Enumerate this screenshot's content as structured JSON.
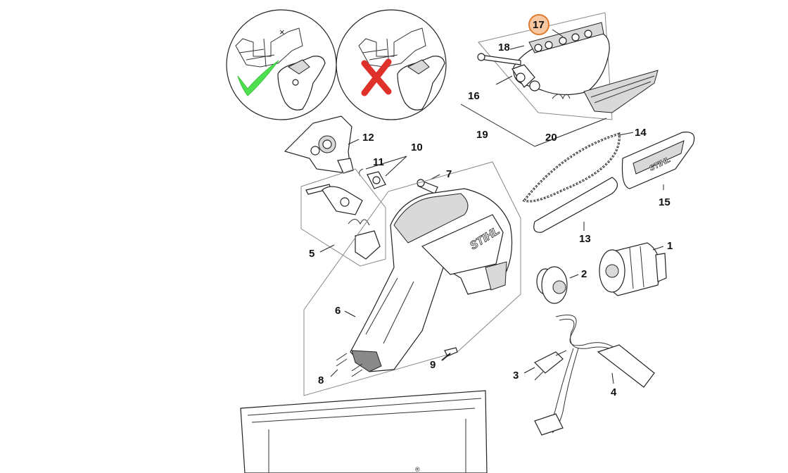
{
  "callouts": {
    "c1": "1",
    "c2": "2",
    "c3": "3",
    "c4": "4",
    "c5": "5",
    "c6": "6",
    "c7": "7",
    "c8": "8",
    "c9": "9",
    "c10": "10",
    "c11": "11",
    "c12": "12",
    "c13": "13",
    "c14": "14",
    "c15": "15",
    "c16": "16",
    "c17": "17",
    "c18": "18",
    "c19": "19",
    "c20": "20"
  },
  "brand_marks": {
    "handle": "STIHL",
    "guide_bar": "STIHL",
    "case": "®"
  },
  "colors": {
    "check_mark": "#4fe04f",
    "cross_mark": "#e0302a",
    "callout_17_fill": "#f7c8a2",
    "callout_17_stroke": "#e07b2e"
  },
  "icons": [
    "check-icon",
    "cross-icon"
  ]
}
